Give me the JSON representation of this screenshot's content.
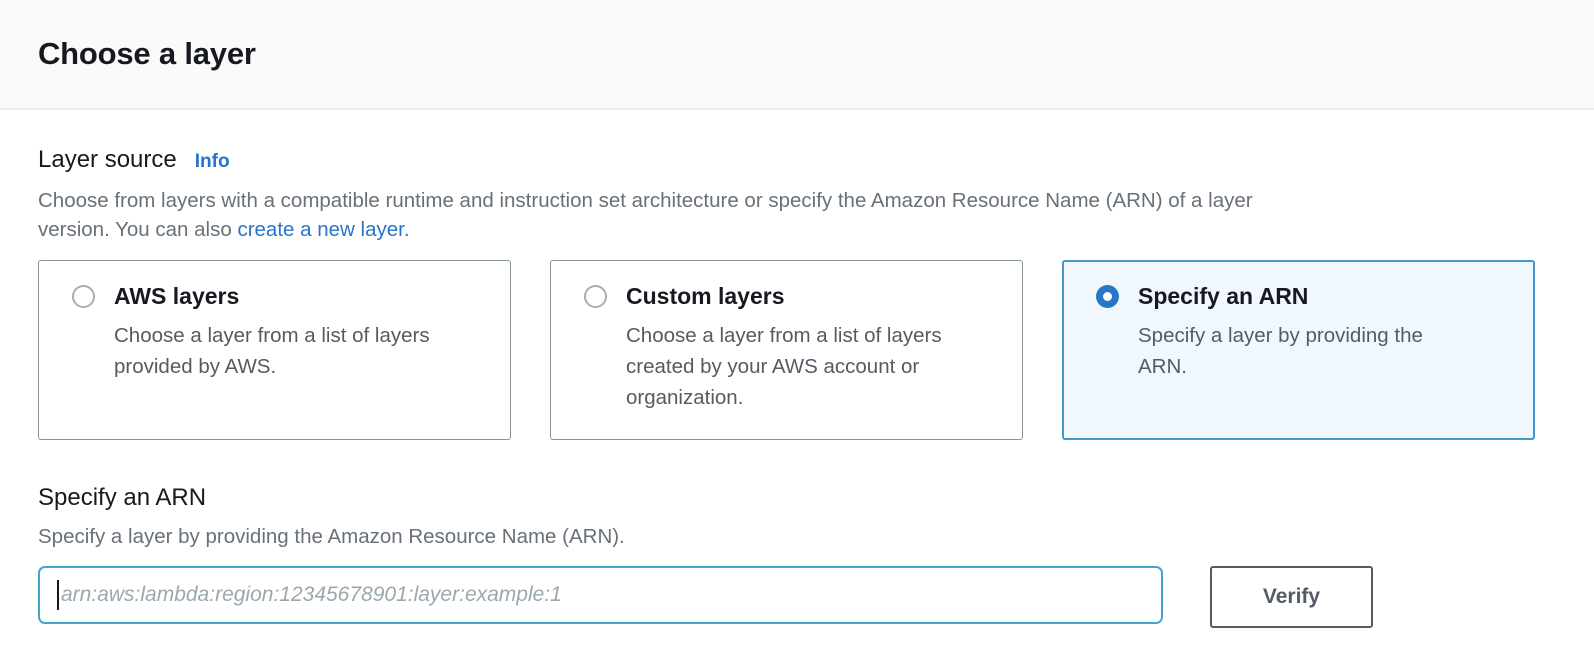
{
  "header": {
    "title": "Choose a layer"
  },
  "layer_source": {
    "label": "Layer source",
    "info_label": "Info",
    "description_line1": "Choose from layers with a compatible runtime and instruction set architecture or specify the Amazon Resource Name (ARN) of a layer",
    "description_line2_prefix": "version. You can also ",
    "create_layer_link_label": "create a new layer.",
    "options": [
      {
        "title": "AWS layers",
        "description": "Choose a layer from a list of layers provided by AWS.",
        "selected": false
      },
      {
        "title": "Custom layers",
        "description": "Choose a layer from a list of layers created by your AWS account or organization.",
        "selected": false
      },
      {
        "title": "Specify an ARN",
        "description": "Specify a layer by providing the ARN.",
        "selected": true
      }
    ]
  },
  "arn_section": {
    "title": "Specify an ARN",
    "description": "Specify a layer by providing the Amazon Resource Name (ARN).",
    "input_value": "",
    "input_placeholder": "arn:aws:lambda:region:12345678901:layer:example:1",
    "verify_button_label": "Verify"
  },
  "colors": {
    "link_blue": "#2674c9",
    "radio_checked_blue": "#2777c9",
    "selected_card_border": "#4497ca",
    "selected_card_bg": "#f1f8fd",
    "focused_input_border": "#44a4c9",
    "button_gray": "#545b64",
    "secondary_text": "#687078",
    "header_bg": "#fafafa"
  }
}
